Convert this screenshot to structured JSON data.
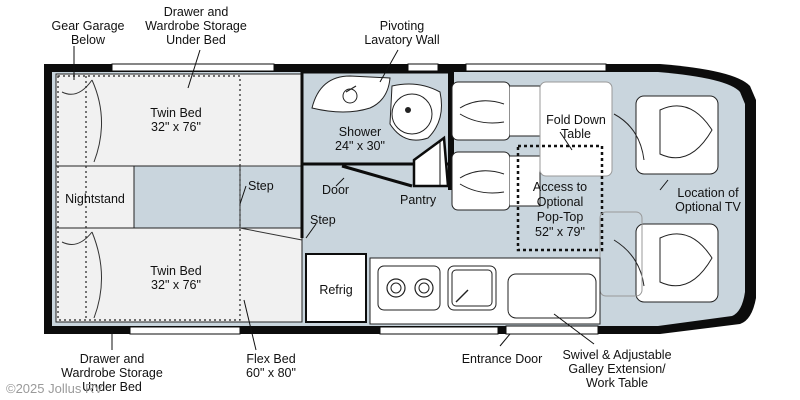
{
  "labels": {
    "gear_garage": [
      "Gear Garage",
      "Below"
    ],
    "drawer_top": [
      "Drawer and",
      "Wardrobe Storage",
      "Under Bed"
    ],
    "pivoting": [
      "Pivoting",
      "Lavatory Wall"
    ],
    "twin_bed_top": [
      "Twin Bed",
      "32\" x 76\""
    ],
    "shower": [
      "Shower",
      "24\" x 30\""
    ],
    "fold_down": [
      "Fold Down",
      "Table"
    ],
    "nightstand": "Nightstand",
    "step_1": "Step",
    "door": "Door",
    "pantry": "Pantry",
    "step_2": "Step",
    "access": [
      "Access to",
      "Optional",
      "Pop-Top",
      "52\" x 79\""
    ],
    "location_tv": [
      "Location of",
      "Optional TV"
    ],
    "twin_bed_bottom": [
      "Twin Bed",
      "32\" x 76\""
    ],
    "refrig": "Refrig",
    "drawer_bottom": [
      "Drawer and",
      "Wardrobe Storage",
      "Under Bed"
    ],
    "flex_bed": [
      "Flex Bed",
      "60\" x 80\""
    ],
    "entrance_door": "Entrance Door",
    "swivel": [
      "Swivel & Adjustable",
      "Galley Extension/",
      "Work Table"
    ]
  },
  "watermark": "©2025 Jollus RV",
  "colors": {
    "floor": "#c9d5dd",
    "wall": "#0c0c0c",
    "bed": "#f1f1f1",
    "fixture": "#ffffff"
  }
}
